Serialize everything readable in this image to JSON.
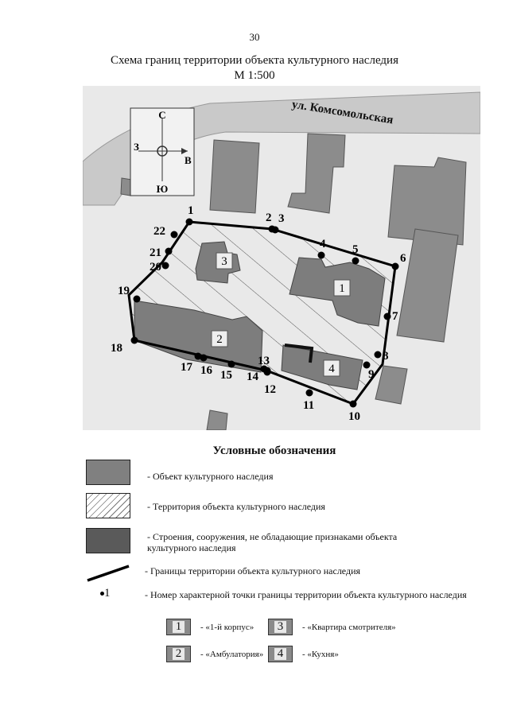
{
  "page_number": "30",
  "title": "Схема границ территории объекта культурного наследия",
  "scale": "М 1:500",
  "street_label": "ул. Комсомольская",
  "compass": {
    "north": "С",
    "south": "Ю",
    "west": "З",
    "east": "В"
  },
  "boundary_points": [
    "1",
    "2",
    "3",
    "4",
    "5",
    "6",
    "7",
    "8",
    "9",
    "10",
    "11",
    "12",
    "13",
    "14",
    "15",
    "16",
    "17",
    "18",
    "19",
    "20",
    "21",
    "22"
  ],
  "building_labels": [
    "1",
    "2",
    "3",
    "4"
  ],
  "legend": {
    "title": "Условные обозначения",
    "object": "- Объект культурного наследия",
    "territory": "- Территория объекта культурного наследия",
    "other_buildings": "- Строения, сооружения, не обладающие признаками объекта культурного наследия",
    "boundary": "- Границы территории объекта культурного наследия",
    "point": "- Номер характерной точки границы территории объекта культурного наследия",
    "point_sample": "1"
  },
  "buildings_key": [
    {
      "number": "1",
      "name": "- «1-й корпус»"
    },
    {
      "number": "2",
      "name": "- «Амбулатория»"
    },
    {
      "number": "3",
      "name": "- «Квартира смотрителя»"
    },
    {
      "number": "4",
      "name": "- «Кухня»"
    }
  ]
}
